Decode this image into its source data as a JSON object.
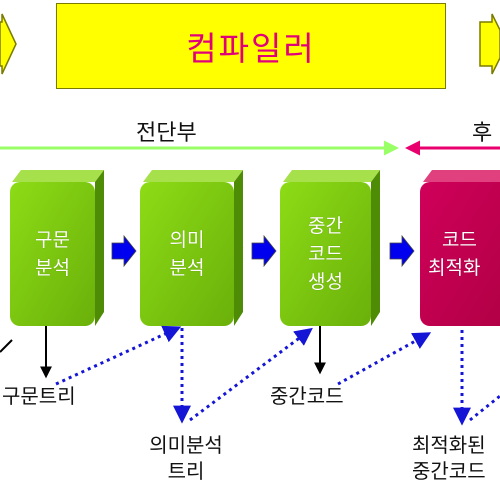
{
  "title": "컴파일러",
  "phases": {
    "front": "전단부",
    "back": "후"
  },
  "stages": [
    {
      "line1": "구문",
      "line2": "분석"
    },
    {
      "line1": "의미",
      "line2": "분석"
    },
    {
      "line1": "중간",
      "line2": "코드",
      "line3": "생성"
    },
    {
      "line1": "코드",
      "line2": "최적화"
    }
  ],
  "outputs": {
    "syntax_tree": "구문트리",
    "semantic_tree": {
      "line1": "의미분석",
      "line2": "트리"
    },
    "intermediate_code": "중간코드",
    "optimized": {
      "line1": "최적화된",
      "line2": "중간코드"
    }
  },
  "colors": {
    "title_fill": "#ffff00",
    "title_text": "#e2007a",
    "stage_green": "#7ac70b",
    "stage_red": "#c4004e",
    "front_arrow": "#99ff66",
    "back_arrow": "#e8006e",
    "flow_arrow": "#0000ee",
    "dotted_arrow": "#1515d6"
  }
}
